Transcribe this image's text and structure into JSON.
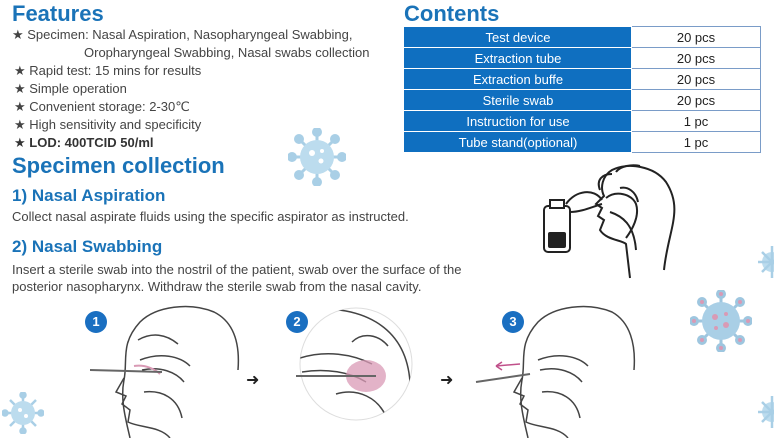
{
  "features": {
    "title": "Features",
    "items": [
      "★ Specimen: Nasal Aspiration, Nasopharyngeal Swabbing,",
      "Oropharyngeal Swabbing, Nasal swabs collection",
      "★ Rapid test: 15 mins for results",
      "★ Simple operation",
      "★ Convenient storage: 2-30℃",
      "★ High sensitivity and specificity",
      "★ LOD: 400TCID 50/ml"
    ]
  },
  "contents": {
    "title": "Contents",
    "rows": [
      {
        "item": "Test device",
        "qty": "20 pcs"
      },
      {
        "item": "Extraction tube",
        "qty": "20 pcs"
      },
      {
        "item": "Extraction buffe",
        "qty": "20 pcs"
      },
      {
        "item": "Sterile swab",
        "qty": "20 pcs"
      },
      {
        "item": "Instruction for use",
        "qty": "1 pc"
      },
      {
        "item": "Tube stand(optional)",
        "qty": "1 pc"
      }
    ]
  },
  "specimen": {
    "title": "Specimen collection",
    "s1": {
      "title": "1) Nasal Aspiration",
      "text": "Collect nasal aspirate fluids using the specific aspirator as instructed."
    },
    "s2": {
      "title": "2) Nasal Swabbing",
      "line1": "Insert a sterile swab into the nostril of the patient, swab over the surface of the",
      "line2": "posterior nasopharynx. Withdraw the sterile swab from the nasal cavity."
    }
  },
  "steps": [
    "1",
    "2",
    "3"
  ],
  "colors": {
    "accent": "#1a73b8",
    "table_header": "#0f6fc0",
    "virus": "#a9cfe6",
    "virus_pink": "#d99ab5"
  }
}
